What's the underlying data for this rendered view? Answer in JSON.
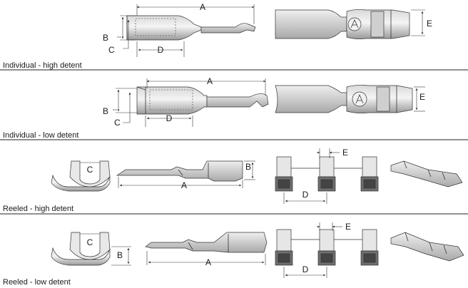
{
  "sections": [
    {
      "caption": "Individual - high detent",
      "labels": {
        "a": "A",
        "b": "B",
        "c": "C",
        "d": "D",
        "e": "E"
      }
    },
    {
      "caption": "Individual - low detent",
      "labels": {
        "a": "A",
        "b": "B",
        "c": "C",
        "d": "D",
        "e": "E"
      }
    },
    {
      "caption": "Reeled - high detent",
      "labels": {
        "a": "A",
        "b": "B",
        "c": "C",
        "d": "D",
        "e": "E"
      }
    },
    {
      "caption": "Reeled - low detent",
      "labels": {
        "a": "A",
        "b": "B",
        "c": "C",
        "d": "D",
        "e": "E"
      }
    }
  ],
  "colors": {
    "metal_light": "#e4e4e4",
    "metal_mid": "#b9b9b9",
    "metal_dark": "#8a8a8a",
    "line": "#333333",
    "rule": "#222222"
  }
}
